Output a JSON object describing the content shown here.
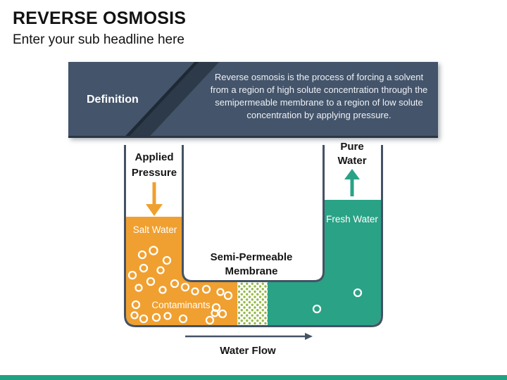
{
  "slide": {
    "title": "REVERSE OSMOSIS",
    "subtitle": "Enter your sub headline here"
  },
  "definition": {
    "label": "Definition",
    "text": "Reverse osmosis is the process of forcing a solvent from a region of high solute concentration through the semipermeable membrane to a region of low solute concentration by applying pressure."
  },
  "diagram": {
    "labels": {
      "applied_pressure": [
        "Applied",
        "Pressure"
      ],
      "salt_water": "Salt Water",
      "contaminants": "Contaminants",
      "membrane": [
        "Semi-Permeable",
        "Membrane"
      ],
      "pure_water": [
        "Pure",
        "Water"
      ],
      "fresh_water": "Fresh Water",
      "water_flow": "Water Flow"
    }
  },
  "colors": {
    "salt_water_orange": "#F0A030",
    "fresh_water_teal": "#29A285",
    "membrane_dot_green": "#96B94B",
    "container_outline": "#445264",
    "definition_box_bg": "#44546A",
    "definition_stripe": "#2D3A49",
    "footer_bar_teal": "#21A184",
    "label_dark": "#151515",
    "label_light": "#FFFFFF"
  }
}
